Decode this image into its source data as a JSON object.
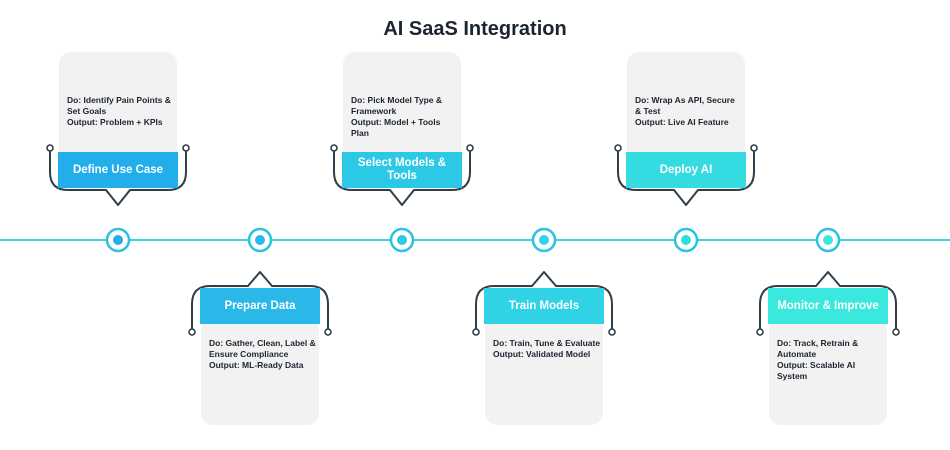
{
  "title": "AI SaaS Integration",
  "colors": {
    "line": "#38d6ea",
    "node_ring": "#2ac2e0",
    "frame": "#2f3e48",
    "card_bg": "#f2f2f2"
  },
  "steps": [
    {
      "name": "Define Use Case",
      "do_text": "Do: Identify Pain Points & Set Goals",
      "output_text": "Output: Problem + KPIs",
      "color": "#22aeea",
      "position": "top"
    },
    {
      "name": "Prepare Data",
      "do_text": "Do: Gather, Clean, Label & Ensure Compliance",
      "output_text": "Output: ML-Ready Data",
      "color": "#2ab8e8",
      "position": "bottom"
    },
    {
      "name": "Select Models & Tools",
      "do_text": "Do: Pick Model Type & Framework",
      "output_text": "Output: Model + Tools Plan",
      "color": "#2cc9e6",
      "position": "top"
    },
    {
      "name": "Train Models",
      "do_text": "Do: Train, Tune & Evaluate",
      "output_text": "Output: Validated Model",
      "color": "#30d2e6",
      "position": "bottom"
    },
    {
      "name": "Deploy AI",
      "do_text": "Do: Wrap As API, Secure & Test",
      "output_text": "Output: Live AI Feature",
      "color": "#34dce2",
      "position": "top"
    },
    {
      "name": "Monitor & Improve",
      "do_text": "Do: Track, Retrain & Automate",
      "output_text": "Output: Scalable AI System",
      "color": "#3ae8de",
      "position": "bottom"
    }
  ]
}
